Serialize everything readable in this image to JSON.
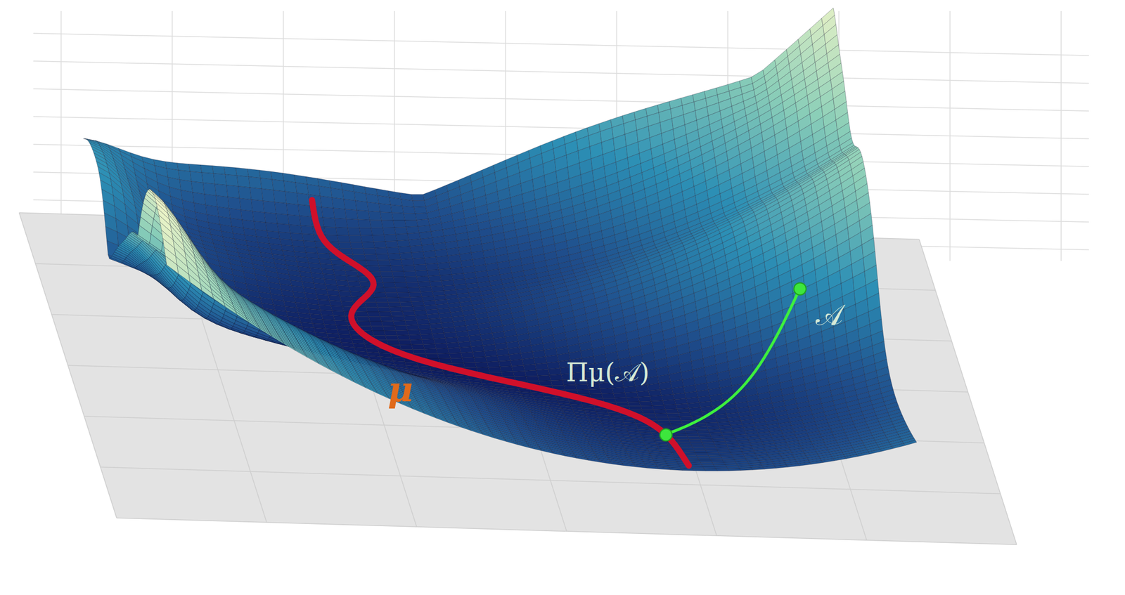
{
  "diagram": {
    "labels": [
      "μ",
      "Πμ(𝒜)",
      "𝒜"
    ]
  }
}
